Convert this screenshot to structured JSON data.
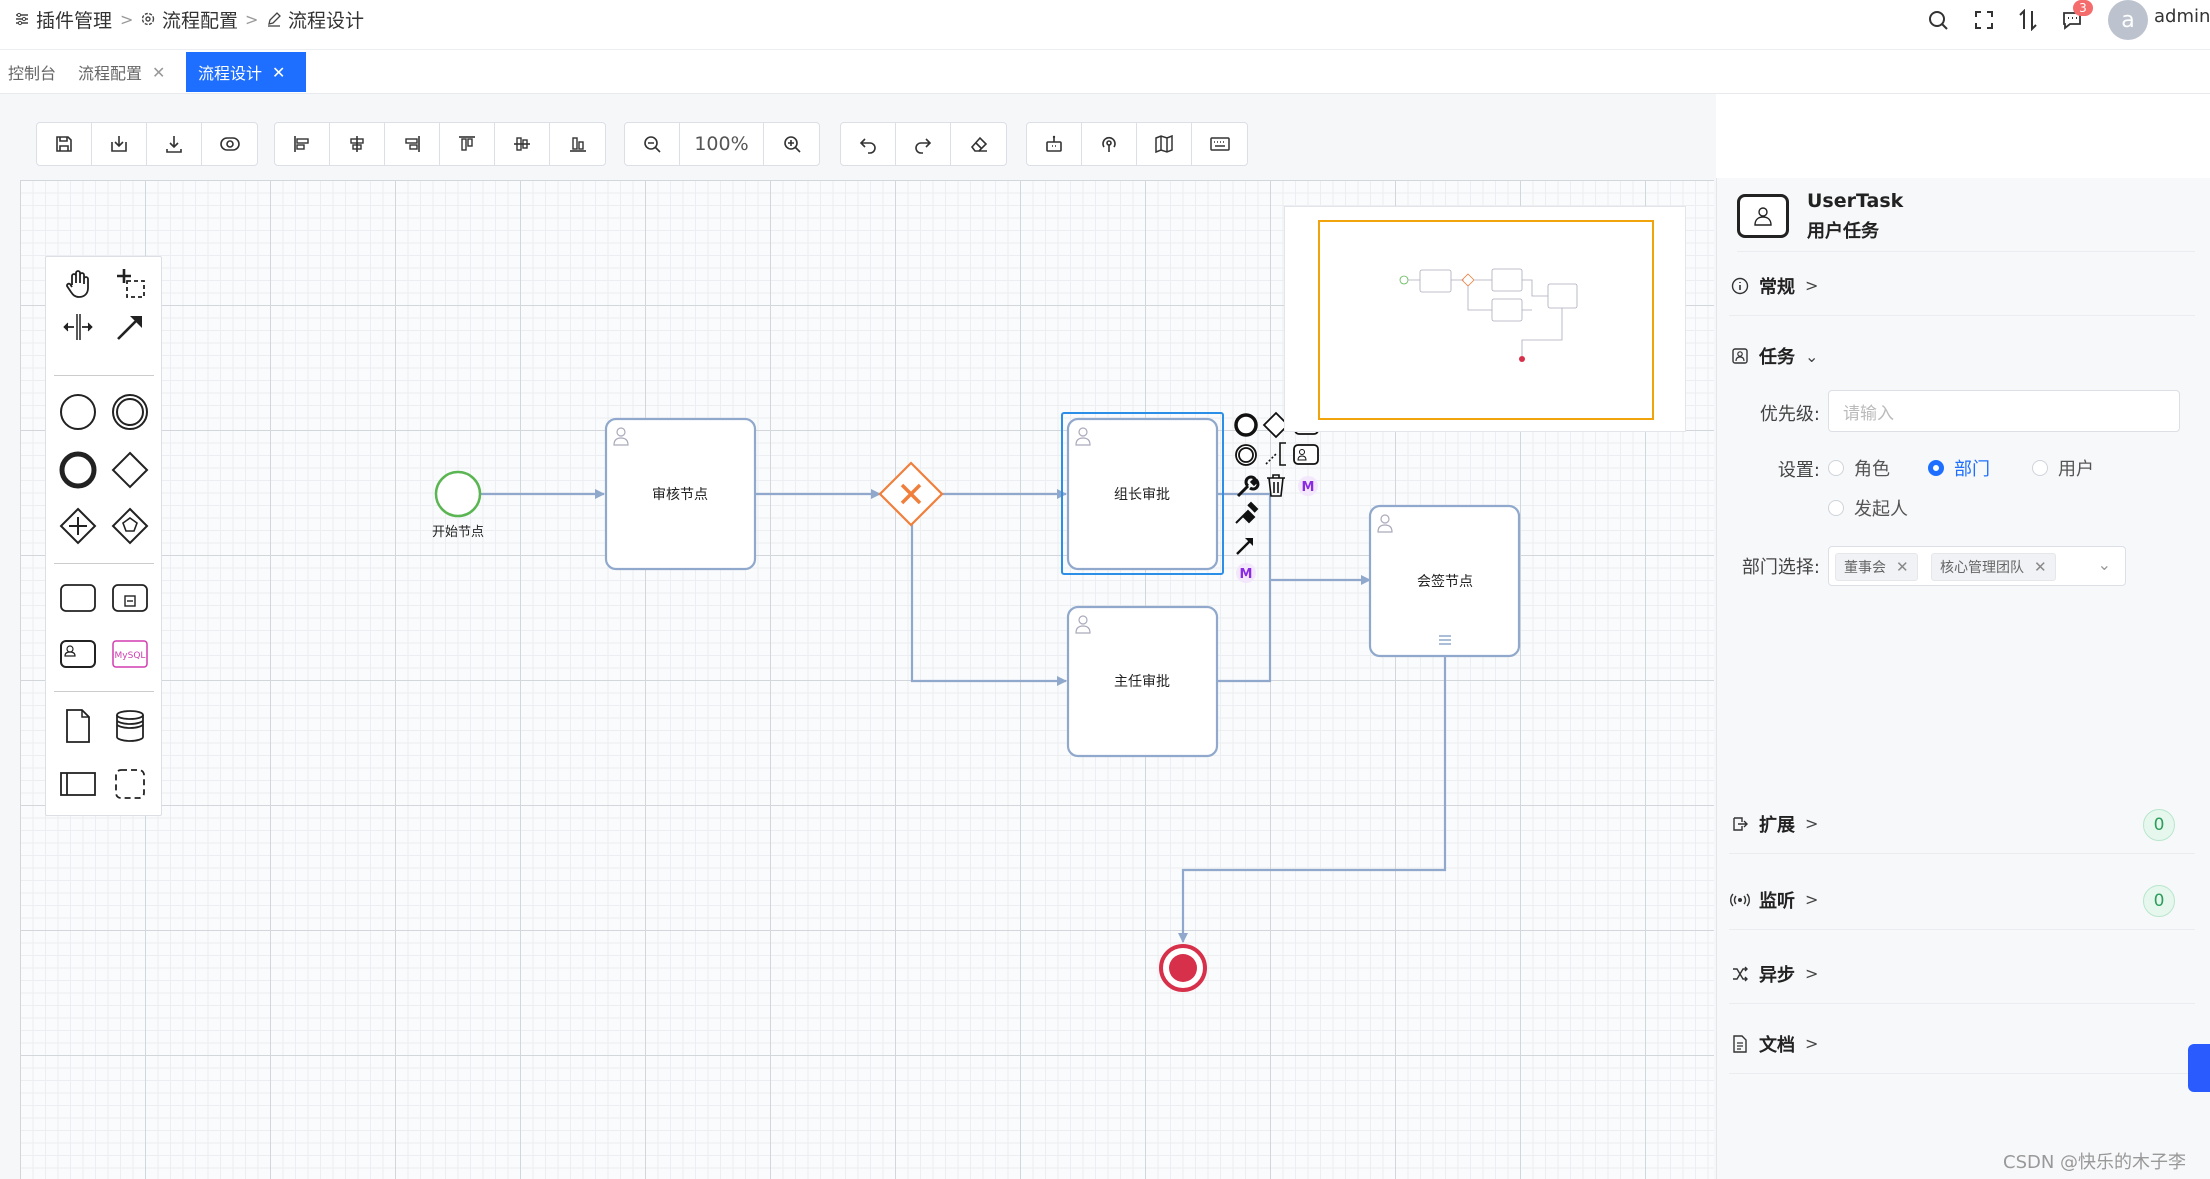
{
  "header": {
    "breadcrumb": [
      "插件管理",
      "流程配置",
      "流程设计"
    ],
    "notification_count": "3",
    "avatar_letter": "a",
    "username": "admin"
  },
  "tabs": [
    {
      "label": "控制台",
      "closable": false,
      "active": false
    },
    {
      "label": "流程配置",
      "closable": true,
      "active": false
    },
    {
      "label": "流程设计",
      "closable": true,
      "active": true
    }
  ],
  "toolbar": {
    "zoom": "100%"
  },
  "diagram": {
    "nodes": {
      "start": "开始节点",
      "review": "审核节点",
      "leader": "组长审批",
      "director": "主任审批",
      "countersign": "会签节点"
    }
  },
  "panel": {
    "element_type": "UserTask",
    "element_name": "用户任务",
    "sections": {
      "general": "常规",
      "task": "任务",
      "extension": "扩展",
      "listener": "监听",
      "async": "异步",
      "doc": "文档"
    },
    "extension_count": "0",
    "listener_count": "0",
    "priority_label": "优先级:",
    "priority_placeholder": "请输入",
    "setting_label": "设置:",
    "radio_options": [
      "角色",
      "部门",
      "用户",
      "发起人"
    ],
    "radio_selected": "部门",
    "dept_label": "部门选择:",
    "dept_chips": [
      "董事会",
      "核心管理团队"
    ]
  },
  "watermark": "CSDN @快乐的木子李",
  "colors": {
    "accent": "#1e6fff",
    "task_border": "#8fa8cc",
    "gateway": "#f07f3c",
    "start": "#5ab552",
    "end": "#d7304a",
    "minimap_frame": "#f0a30a"
  }
}
